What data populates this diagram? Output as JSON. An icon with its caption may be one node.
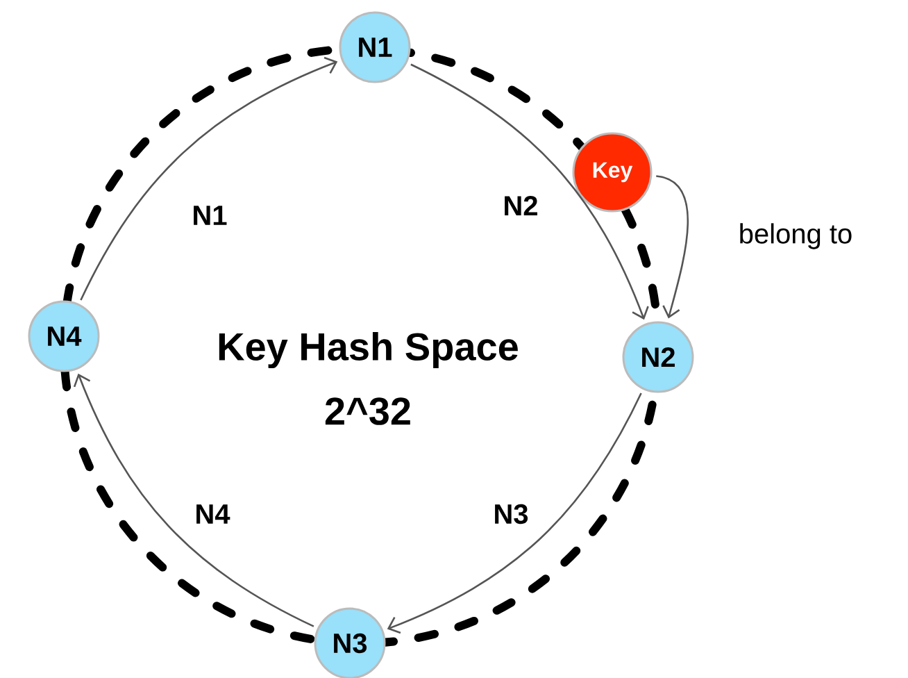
{
  "diagram": {
    "nodes": [
      {
        "text": [
          "N1"
        ]
      },
      {
        "text": [
          "N2"
        ]
      },
      {
        "text": [
          "N3"
        ]
      },
      {
        "text": [
          "N4"
        ]
      },
      {
        "text": [
          "Key"
        ]
      }
    ],
    "edges": [
      {
        "from": 0,
        "to": 1,
        "arrow": "to",
        "label": "N2"
      },
      {
        "from": 1,
        "to": 2,
        "arrow": "to",
        "label": "N3"
      },
      {
        "from": 2,
        "to": 3,
        "arrow": "to",
        "label": "N4"
      },
      {
        "from": 3,
        "to": 0,
        "arrow": "to",
        "label": "N1"
      },
      {
        "from": 4,
        "to": 1,
        "arrow": "to",
        "label": "belong to"
      }
    ],
    "labels": [
      "Key Hash Space",
      "2^32"
    ]
  }
}
